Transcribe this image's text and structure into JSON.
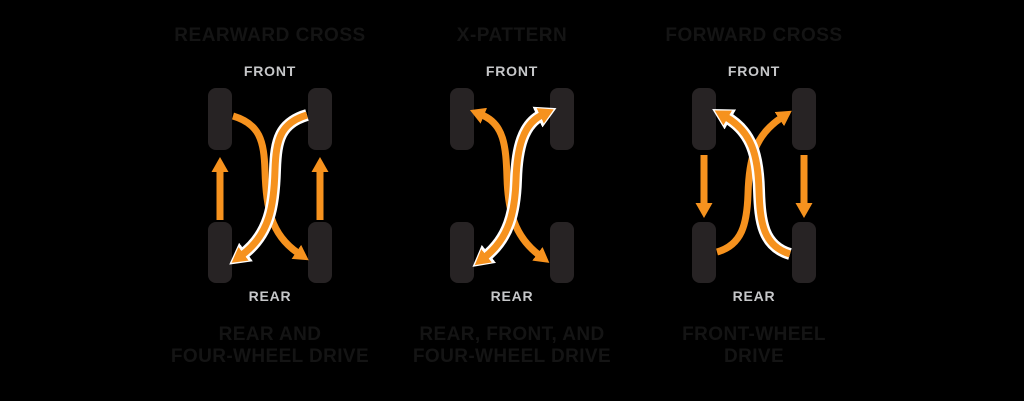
{
  "background_color": "#000000",
  "colors": {
    "arrow_orange": "#F6921E",
    "arrow_outline_white": "#FFFFFF",
    "tire_fill": "#272324",
    "axis_label_gray": "#C6C7C9",
    "heading_text": "#141414"
  },
  "diagrams": [
    {
      "title": "REARWARD CROSS",
      "front_label": "FRONT",
      "rear_label": "REAR",
      "caption_line1": "REAR AND",
      "caption_line2": "FOUR-WHEEL DRIVE",
      "pattern": "rearward-cross",
      "side_arrows_direction": "up",
      "cross_arrows": [
        {
          "from": "front-left",
          "to": "rear-right",
          "outlined": false
        },
        {
          "from": "front-right",
          "to": "rear-left",
          "outlined": true
        }
      ]
    },
    {
      "title": "X-PATTERN",
      "front_label": "FRONT",
      "rear_label": "REAR",
      "caption_line1": "REAR, FRONT, AND",
      "caption_line2": "FOUR-WHEEL DRIVE",
      "pattern": "x-pattern",
      "side_arrows_direction": "none",
      "cross_arrows": [
        {
          "from": "rear-right",
          "to": "front-left",
          "double_headed": true,
          "outlined": false
        },
        {
          "from": "rear-left",
          "to": "front-right",
          "double_headed": true,
          "outlined": true
        }
      ]
    },
    {
      "title": "FORWARD CROSS",
      "front_label": "FRONT",
      "rear_label": "REAR",
      "caption_line1": "FRONT-WHEEL",
      "caption_line2": "DRIVE",
      "pattern": "forward-cross",
      "side_arrows_direction": "down",
      "cross_arrows": [
        {
          "from": "rear-left",
          "to": "front-right",
          "outlined": false
        },
        {
          "from": "rear-right",
          "to": "front-left",
          "outlined": true
        }
      ]
    }
  ],
  "icons": {
    "up_arrow": "up-arrow-icon",
    "down_arrow": "down-arrow-icon",
    "cross_arrow": "cross-arrow-icon",
    "tire": "tire-shape"
  }
}
